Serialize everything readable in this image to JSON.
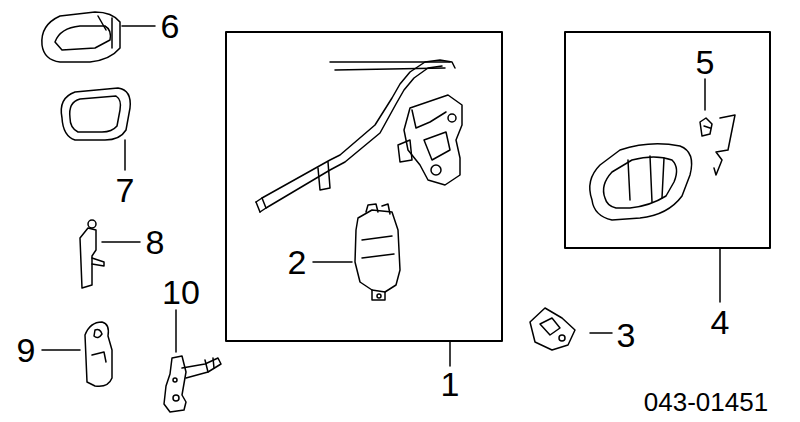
{
  "diagram": {
    "labels": [
      "6",
      "7",
      "8",
      "9",
      "10",
      "2",
      "1",
      "5",
      "4",
      "3",
      "043-01451"
    ]
  }
}
